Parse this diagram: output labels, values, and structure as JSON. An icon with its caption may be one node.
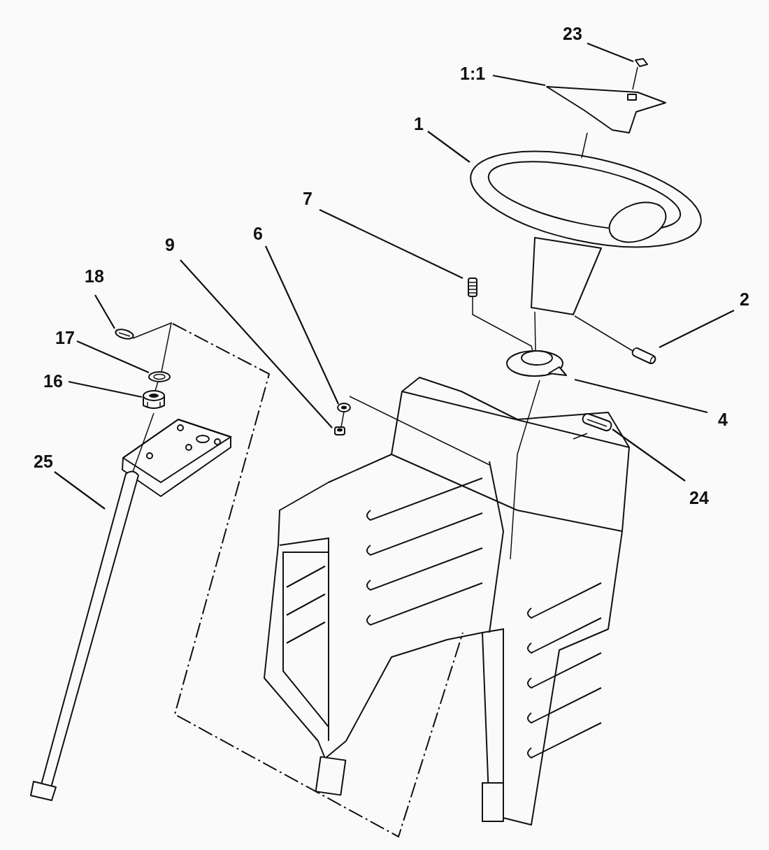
{
  "diagram": {
    "nodes": [
      {
        "text": [
          "23"
        ]
      },
      {
        "text": [
          "1:1"
        ]
      },
      {
        "text": [
          "1"
        ]
      },
      {
        "text": [
          "7"
        ]
      },
      {
        "text": [
          "6"
        ]
      },
      {
        "text": [
          "9"
        ]
      },
      {
        "text": [
          "18"
        ]
      },
      {
        "text": [
          "2"
        ]
      },
      {
        "text": [
          "17"
        ]
      },
      {
        "text": [
          "16"
        ]
      },
      {
        "text": [
          "4"
        ]
      },
      {
        "text": [
          "25"
        ]
      },
      {
        "text": [
          "24"
        ]
      },
      {
        "text": [],
        "shape": "picture"
      },
      {
        "text": [],
        "shape": "picture"
      },
      {
        "text": [],
        "shape": "picture"
      },
      {
        "text": [],
        "shape": "picture"
      },
      {
        "text": [],
        "shape": "picture"
      },
      {
        "text": [],
        "shape": "picture"
      },
      {
        "text": [],
        "shape": "picture"
      },
      {
        "text": [],
        "shape": "picture"
      },
      {
        "text": [],
        "shape": "picture"
      },
      {
        "text": [],
        "shape": "cylinder"
      },
      {
        "text": [],
        "shape": "picture"
      },
      {
        "text": [],
        "shape": "picture"
      },
      {
        "text": [],
        "shape": "picture"
      }
    ],
    "edges": [
      {
        "from": 0,
        "to": 13,
        "arrow": "none"
      },
      {
        "from": 1,
        "to": 14,
        "arrow": "none"
      },
      {
        "from": 2,
        "to": 15,
        "arrow": "none"
      },
      {
        "from": 3,
        "to": 16,
        "arrow": "none"
      },
      {
        "from": 4,
        "to": 17,
        "arrow": "none"
      },
      {
        "from": 5,
        "to": 18,
        "arrow": "none"
      },
      {
        "from": 6,
        "to": 19,
        "arrow": "none"
      },
      {
        "from": 7,
        "to": 20,
        "arrow": "none"
      },
      {
        "from": 8,
        "to": 21,
        "arrow": "none"
      },
      {
        "from": 9,
        "to": 22,
        "arrow": "none"
      },
      {
        "from": 10,
        "to": 23,
        "arrow": "none"
      },
      {
        "from": 11,
        "to": 24,
        "arrow": "none"
      },
      {
        "from": 12,
        "to": 25,
        "arrow": "none"
      },
      {
        "from": 13,
        "to": 14,
        "arrow": "none"
      },
      {
        "from": 14,
        "to": 15,
        "arrow": "none"
      },
      {
        "from": 15,
        "to": 23,
        "arrow": "none"
      },
      {
        "from": 15,
        "to": 20,
        "arrow": "none"
      },
      {
        "from": 16,
        "to": 23,
        "arrow": "none"
      },
      {
        "from": 17,
        "to": 18,
        "arrow": "none"
      },
      {
        "from": 19,
        "to": 21,
        "arrow": "none"
      },
      {
        "from": 21,
        "to": 22,
        "arrow": "none"
      },
      {
        "from": 22,
        "to": 24,
        "arrow": "none"
      }
    ]
  }
}
